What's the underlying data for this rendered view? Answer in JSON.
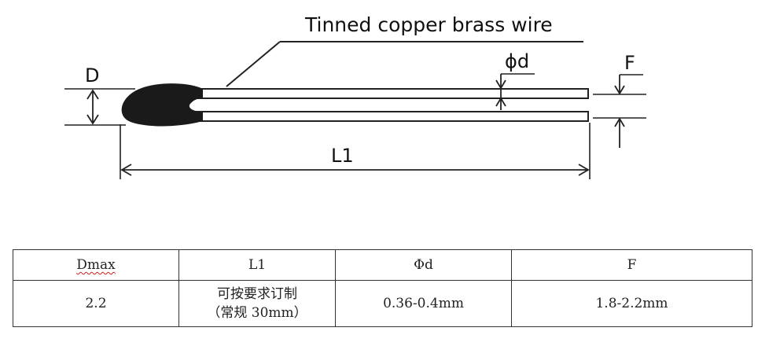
{
  "diagram": {
    "wire_label": "Tinned copper brass wire",
    "dim_D": "D",
    "dim_L1": "L1",
    "dim_phid": "ϕd",
    "dim_F": "F"
  },
  "table": {
    "headers": [
      "Dmax",
      "L1",
      "Φd",
      "F"
    ],
    "row": {
      "dmax": "2.2",
      "l1_line1": "可按要求订制",
      "l1_line2": "（常规 30mm）",
      "phid": "0.36-0.4mm",
      "f": "1.8-2.2mm"
    }
  }
}
